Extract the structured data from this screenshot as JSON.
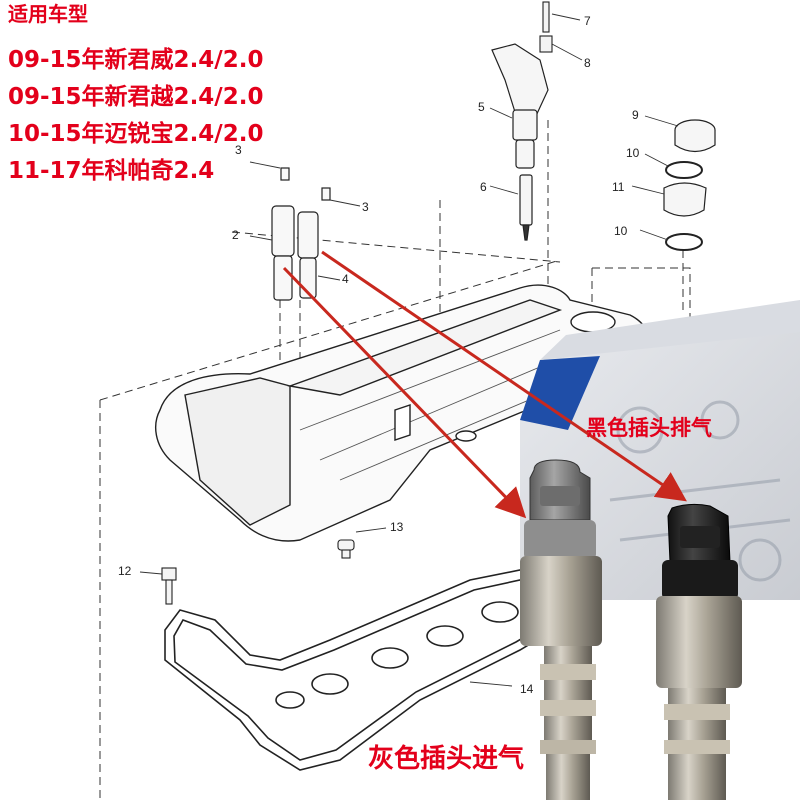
{
  "fitment": {
    "heading": "适用车型",
    "models": [
      "09-15年新君威2.4/2.0",
      "09-15年新君越2.4/2.0",
      "10-15年迈锐宝2.4/2.0",
      "11-17年科帕奇2.4"
    ]
  },
  "callouts": {
    "n2": "2",
    "n3a": "3",
    "n3b": "3",
    "n4": "4",
    "n5": "5",
    "n6": "6",
    "n7": "7",
    "n8": "8",
    "n9": "9",
    "n10a": "10",
    "n10b": "10",
    "n11": "11",
    "n12": "12",
    "n13": "13",
    "n14": "14"
  },
  "labels": {
    "black_plug": "黑色插头排气",
    "grey_plug": "灰色插头进气"
  },
  "colors": {
    "accent": "#e3001b",
    "arrow": "#c8281e",
    "box_blue": "#1f4ea8"
  }
}
